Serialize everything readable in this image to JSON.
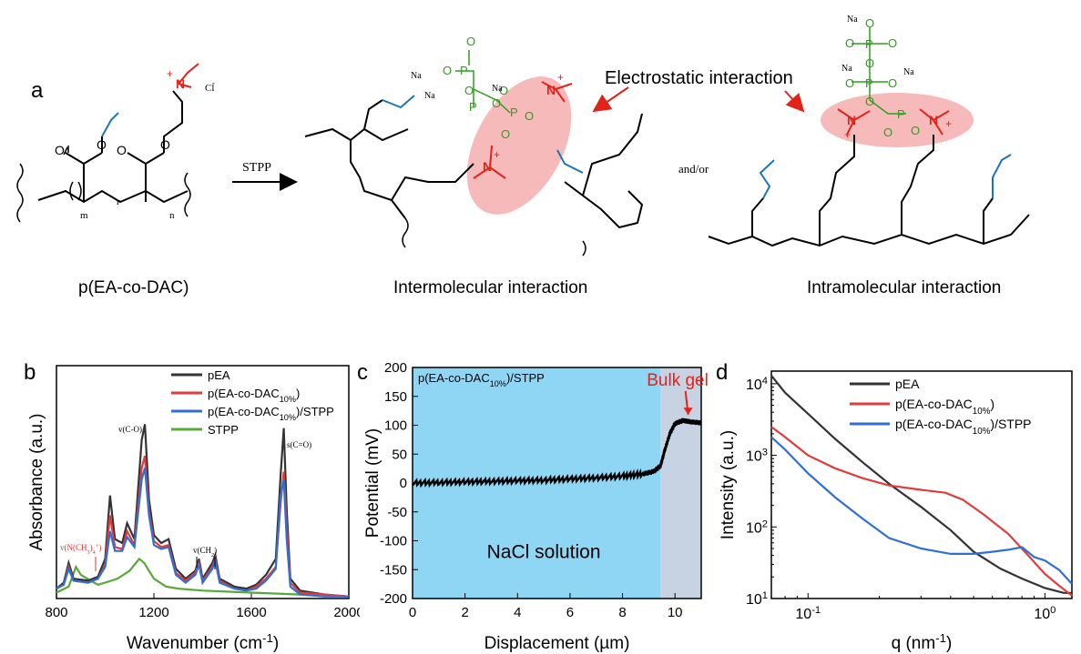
{
  "panel_a": {
    "letter": "a",
    "reagent": "STPP",
    "and_or": "and/or",
    "highlight": "Electrostatic interaction",
    "captions": [
      "p(EA-co-DAC)",
      "Intermolecular interaction",
      "Intramolecular interaction"
    ],
    "counterion": "Cl",
    "sodium": "Na",
    "colors": {
      "cationic": "#e2231a",
      "phosphate": "#2e9e1e",
      "ester": "#1b75bc",
      "halo": "#f4a3a3"
    }
  },
  "panel_b": {
    "letter": "b",
    "peak_labels": [
      "v(C-O)",
      "s(C=O)",
      "v(N(CH3)4+)",
      "v(CH2)"
    ]
  },
  "panel_c": {
    "letter": "c",
    "inner_title": "p(EA-co-DAC10%)/STPP",
    "bulk_label": "Bulk gel",
    "region_label": "NaCl solution",
    "colors": {
      "solution": "#8fd6f5",
      "gel": "#c7d3e3",
      "arrow": "#e2231a"
    }
  },
  "panel_d": {
    "letter": "d"
  },
  "chart_data": [
    {
      "id": "b",
      "type": "line",
      "xlabel": "Wavenumber (cm-1)",
      "ylabel": "Absorbance (a.u.)",
      "xlim": [
        800,
        2000
      ],
      "xticks": [
        800,
        1200,
        1600,
        2000
      ],
      "legend_position": "top-right",
      "series": [
        {
          "name": "pEA",
          "color": "#333333",
          "points": [
            [
              800,
              0.05
            ],
            [
              830,
              0.08
            ],
            [
              850,
              0.18
            ],
            [
              870,
              0.1
            ],
            [
              930,
              0.09
            ],
            [
              970,
              0.11
            ],
            [
              1000,
              0.2
            ],
            [
              1020,
              0.52
            ],
            [
              1040,
              0.3
            ],
            [
              1070,
              0.28
            ],
            [
              1090,
              0.38
            ],
            [
              1120,
              0.3
            ],
            [
              1150,
              0.8
            ],
            [
              1163,
              0.88
            ],
            [
              1180,
              0.5
            ],
            [
              1200,
              0.32
            ],
            [
              1230,
              0.28
            ],
            [
              1260,
              0.3
            ],
            [
              1290,
              0.15
            ],
            [
              1330,
              0.1
            ],
            [
              1370,
              0.14
            ],
            [
              1385,
              0.2
            ],
            [
              1400,
              0.1
            ],
            [
              1440,
              0.18
            ],
            [
              1452,
              0.22
            ],
            [
              1470,
              0.1
            ],
            [
              1530,
              0.06
            ],
            [
              1580,
              0.05
            ],
            [
              1620,
              0.07
            ],
            [
              1660,
              0.12
            ],
            [
              1700,
              0.2
            ],
            [
              1720,
              0.62
            ],
            [
              1733,
              0.86
            ],
            [
              1745,
              0.45
            ],
            [
              1760,
              0.1
            ],
            [
              1800,
              0.04
            ],
            [
              1900,
              0.02
            ],
            [
              2000,
              0.01
            ]
          ]
        },
        {
          "name": "p(EA-co-DAC10%)",
          "color": "#e23b3b",
          "points": [
            [
              800,
              0.05
            ],
            [
              830,
              0.07
            ],
            [
              850,
              0.16
            ],
            [
              870,
              0.09
            ],
            [
              930,
              0.08
            ],
            [
              970,
              0.1
            ],
            [
              1000,
              0.17
            ],
            [
              1020,
              0.42
            ],
            [
              1040,
              0.26
            ],
            [
              1070,
              0.25
            ],
            [
              1090,
              0.34
            ],
            [
              1120,
              0.27
            ],
            [
              1150,
              0.66
            ],
            [
              1163,
              0.72
            ],
            [
              1180,
              0.44
            ],
            [
              1200,
              0.29
            ],
            [
              1230,
              0.26
            ],
            [
              1260,
              0.27
            ],
            [
              1290,
              0.13
            ],
            [
              1330,
              0.09
            ],
            [
              1370,
              0.13
            ],
            [
              1385,
              0.18
            ],
            [
              1400,
              0.09
            ],
            [
              1440,
              0.16
            ],
            [
              1452,
              0.2
            ],
            [
              1470,
              0.09
            ],
            [
              1530,
              0.05
            ],
            [
              1580,
              0.04
            ],
            [
              1620,
              0.06
            ],
            [
              1660,
              0.1
            ],
            [
              1700,
              0.16
            ],
            [
              1720,
              0.48
            ],
            [
              1733,
              0.64
            ],
            [
              1745,
              0.36
            ],
            [
              1760,
              0.08
            ],
            [
              1800,
              0.03
            ],
            [
              1900,
              0.02
            ],
            [
              2000,
              0.01
            ]
          ]
        },
        {
          "name": "p(EA-co-DAC10%)/STPP",
          "color": "#2f6fd6",
          "points": [
            [
              800,
              0.05
            ],
            [
              830,
              0.07
            ],
            [
              850,
              0.15
            ],
            [
              870,
              0.09
            ],
            [
              930,
              0.08
            ],
            [
              970,
              0.1
            ],
            [
              1000,
              0.16
            ],
            [
              1020,
              0.34
            ],
            [
              1040,
              0.24
            ],
            [
              1070,
              0.24
            ],
            [
              1090,
              0.31
            ],
            [
              1120,
              0.26
            ],
            [
              1150,
              0.6
            ],
            [
              1163,
              0.66
            ],
            [
              1180,
              0.42
            ],
            [
              1200,
              0.27
            ],
            [
              1230,
              0.25
            ],
            [
              1260,
              0.26
            ],
            [
              1290,
              0.12
            ],
            [
              1330,
              0.08
            ],
            [
              1370,
              0.12
            ],
            [
              1385,
              0.17
            ],
            [
              1400,
              0.08
            ],
            [
              1440,
              0.15
            ],
            [
              1452,
              0.19
            ],
            [
              1470,
              0.08
            ],
            [
              1530,
              0.05
            ],
            [
              1580,
              0.04
            ],
            [
              1620,
              0.05
            ],
            [
              1660,
              0.09
            ],
            [
              1700,
              0.15
            ],
            [
              1720,
              0.52
            ],
            [
              1733,
              0.6
            ],
            [
              1745,
              0.3
            ],
            [
              1760,
              0.06
            ],
            [
              1800,
              0.02
            ],
            [
              1900,
              0.01
            ],
            [
              2000,
              0.01
            ]
          ]
        },
        {
          "name": "STPP",
          "color": "#5aa83a",
          "points": [
            [
              800,
              0.03
            ],
            [
              850,
              0.06
            ],
            [
              880,
              0.16
            ],
            [
              900,
              0.12
            ],
            [
              940,
              0.09
            ],
            [
              970,
              0.07
            ],
            [
              1000,
              0.08
            ],
            [
              1050,
              0.1
            ],
            [
              1100,
              0.14
            ],
            [
              1140,
              0.2
            ],
            [
              1160,
              0.18
            ],
            [
              1180,
              0.14
            ],
            [
              1200,
              0.1
            ],
            [
              1250,
              0.06
            ],
            [
              1300,
              0.05
            ],
            [
              1400,
              0.04
            ],
            [
              1600,
              0.03
            ],
            [
              1800,
              0.02
            ],
            [
              2000,
              0.01
            ]
          ]
        }
      ]
    },
    {
      "id": "c",
      "type": "line",
      "xlabel": "Displacement (µm)",
      "ylabel": "Potential (mV)",
      "xlim": [
        0,
        11
      ],
      "ylim": [
        -200,
        200
      ],
      "xticks": [
        0,
        2,
        4,
        6,
        8,
        10
      ],
      "yticks": [
        -200,
        -150,
        -100,
        -50,
        0,
        50,
        100,
        150,
        200
      ],
      "regions": [
        {
          "label": "NaCl solution",
          "x": [
            0,
            9.45
          ]
        },
        {
          "label": "Bulk gel",
          "x": [
            9.45,
            11
          ]
        }
      ],
      "series": [
        {
          "name": "p(EA-co-DAC10%)/STPP",
          "color": "#000000",
          "points": [
            [
              0,
              0
            ],
            [
              1,
              1
            ],
            [
              2,
              2
            ],
            [
              3,
              3
            ],
            [
              4,
              4
            ],
            [
              5,
              5
            ],
            [
              6,
              7
            ],
            [
              7,
              9
            ],
            [
              8,
              12
            ],
            [
              8.8,
              16
            ],
            [
              9.2,
              20
            ],
            [
              9.45,
              30
            ],
            [
              9.6,
              55
            ],
            [
              9.8,
              85
            ],
            [
              10.0,
              103
            ],
            [
              10.3,
              108
            ],
            [
              10.6,
              106
            ],
            [
              11,
              104
            ]
          ]
        }
      ]
    },
    {
      "id": "d",
      "type": "line",
      "xlabel": "q (nm-1)",
      "ylabel": "Intensity (a.u.)",
      "xscale": "log",
      "yscale": "log",
      "xlim": [
        0.07,
        1.3
      ],
      "ylim": [
        10,
        15000
      ],
      "xticks": [
        0.1,
        1
      ],
      "yticks": [
        10,
        100,
        1000,
        10000
      ],
      "legend_position": "top-right",
      "series": [
        {
          "name": "pEA",
          "color": "#333333",
          "points": [
            [
              0.07,
              13000
            ],
            [
              0.08,
              7500
            ],
            [
              0.1,
              3800
            ],
            [
              0.13,
              1700
            ],
            [
              0.17,
              800
            ],
            [
              0.22,
              400
            ],
            [
              0.3,
              190
            ],
            [
              0.4,
              90
            ],
            [
              0.5,
              45
            ],
            [
              0.65,
              26
            ],
            [
              0.8,
              19
            ],
            [
              1.0,
              14
            ],
            [
              1.2,
              12
            ],
            [
              1.3,
              12
            ]
          ]
        },
        {
          "name": "p(EA-co-DAC10%)",
          "color": "#e23b3b",
          "points": [
            [
              0.07,
              2500
            ],
            [
              0.08,
              1800
            ],
            [
              0.1,
              1000
            ],
            [
              0.13,
              660
            ],
            [
              0.17,
              480
            ],
            [
              0.22,
              380
            ],
            [
              0.3,
              330
            ],
            [
              0.38,
              300
            ],
            [
              0.45,
              240
            ],
            [
              0.55,
              150
            ],
            [
              0.7,
              80
            ],
            [
              0.85,
              40
            ],
            [
              1.0,
              22
            ],
            [
              1.15,
              15
            ],
            [
              1.3,
              11
            ]
          ]
        },
        {
          "name": "p(EA-co-DAC10%)/STPP",
          "color": "#2f6fd6",
          "points": [
            [
              0.07,
              1800
            ],
            [
              0.08,
              1200
            ],
            [
              0.1,
              560
            ],
            [
              0.13,
              260
            ],
            [
              0.17,
              130
            ],
            [
              0.22,
              70
            ],
            [
              0.3,
              50
            ],
            [
              0.4,
              42
            ],
            [
              0.5,
              42
            ],
            [
              0.6,
              45
            ],
            [
              0.7,
              48
            ],
            [
              0.8,
              52
            ],
            [
              0.9,
              38
            ],
            [
              1.0,
              34
            ],
            [
              1.15,
              25
            ],
            [
              1.3,
              16
            ]
          ]
        }
      ]
    }
  ]
}
